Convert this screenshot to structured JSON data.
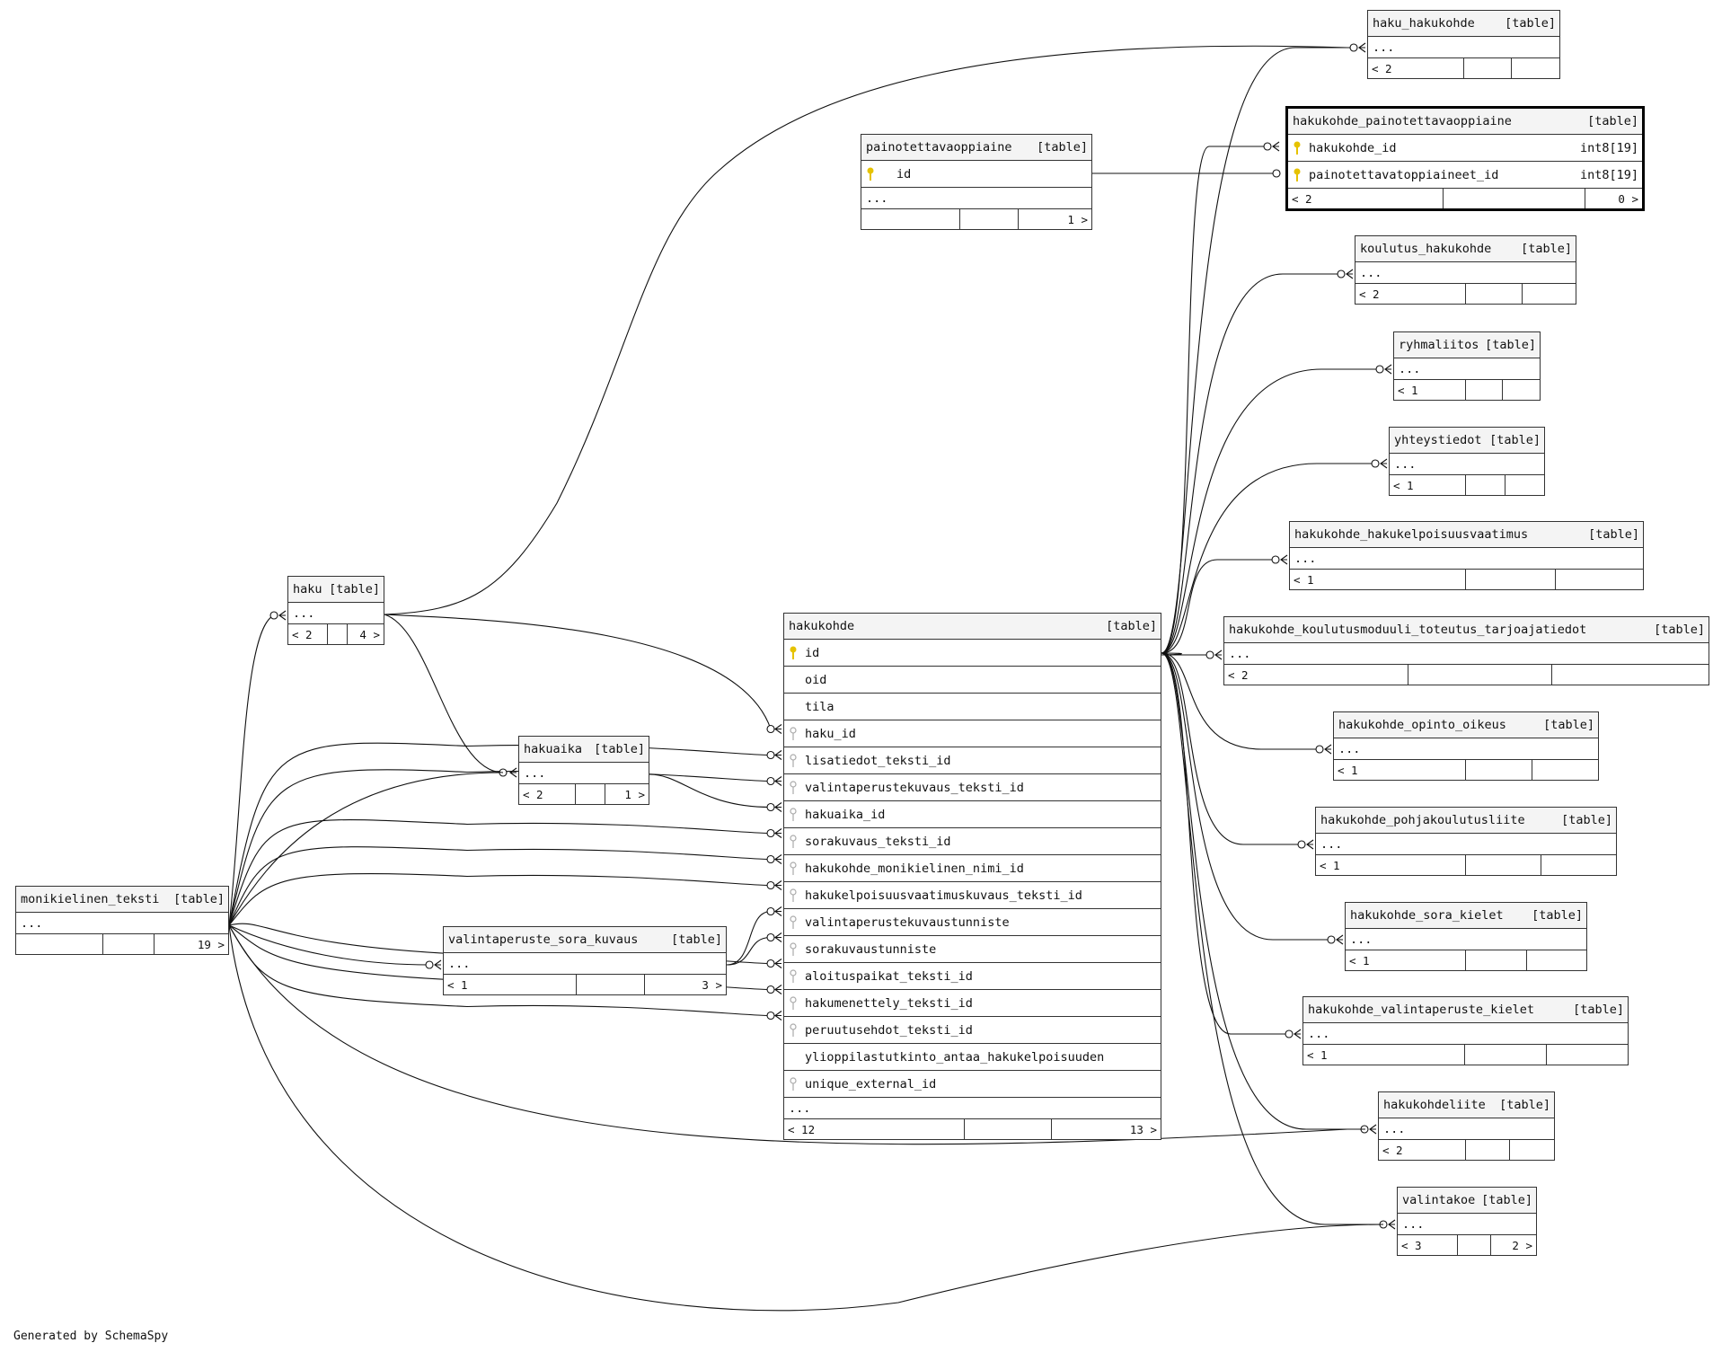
{
  "credit": "Generated by SchemaSpy",
  "tables": {
    "haku_hakukohde": {
      "name": "haku_hakukohde",
      "kind": "[table]",
      "ellipsis": "...",
      "parents": "< 2",
      "children": ""
    },
    "hakukohde_painotettavaoppiaine": {
      "name": "hakukohde_painotettavaoppiaine",
      "kind": "[table]",
      "cols": [
        {
          "name": "hakukohde_id",
          "type": "int8[19]",
          "key": "pk"
        },
        {
          "name": "painotettavatoppiaineet_id",
          "type": "int8[19]",
          "key": "pk"
        }
      ],
      "parents": "< 2",
      "children": "0 >"
    },
    "painotettavaoppiaine": {
      "name": "painotettavaoppiaine",
      "kind": "[table]",
      "cols": [
        {
          "name": "id",
          "key": "pk"
        }
      ],
      "ellipsis": "...",
      "parents": "",
      "children": "1 >"
    },
    "koulutus_hakukohde": {
      "name": "koulutus_hakukohde",
      "kind": "[table]",
      "ellipsis": "...",
      "parents": "< 2",
      "children": ""
    },
    "ryhmaliitos": {
      "name": "ryhmaliitos",
      "kind": "[table]",
      "ellipsis": "...",
      "parents": "< 1",
      "children": ""
    },
    "yhteystiedot": {
      "name": "yhteystiedot",
      "kind": "[table]",
      "ellipsis": "...",
      "parents": "< 1",
      "children": ""
    },
    "hakukohde_hakukelpoisuusvaatimus": {
      "name": "hakukohde_hakukelpoisuusvaatimus",
      "kind": "[table]",
      "ellipsis": "...",
      "parents": "< 1",
      "children": ""
    },
    "hakukohde_koulutusmoduuli_toteutus_tarjoajatiedot": {
      "name": "hakukohde_koulutusmoduuli_toteutus_tarjoajatiedot",
      "kind": "[table]",
      "ellipsis": "...",
      "parents": "< 2",
      "children": ""
    },
    "hakukohde_opinto_oikeus": {
      "name": "hakukohde_opinto_oikeus",
      "kind": "[table]",
      "ellipsis": "...",
      "parents": "< 1",
      "children": ""
    },
    "hakukohde_pohjakoulutusliite": {
      "name": "hakukohde_pohjakoulutusliite",
      "kind": "[table]",
      "ellipsis": "...",
      "parents": "< 1",
      "children": ""
    },
    "hakukohde_sora_kielet": {
      "name": "hakukohde_sora_kielet",
      "kind": "[table]",
      "ellipsis": "...",
      "parents": "< 1",
      "children": ""
    },
    "hakukohde_valintaperuste_kielet": {
      "name": "hakukohde_valintaperuste_kielet",
      "kind": "[table]",
      "ellipsis": "...",
      "parents": "< 1",
      "children": ""
    },
    "hakukohdeliite": {
      "name": "hakukohdeliite",
      "kind": "[table]",
      "ellipsis": "...",
      "parents": "< 2",
      "children": ""
    },
    "valintakoe": {
      "name": "valintakoe",
      "kind": "[table]",
      "ellipsis": "...",
      "parents": "< 3",
      "children": "2 >"
    },
    "haku": {
      "name": "haku",
      "kind": "[table]",
      "ellipsis": "...",
      "parents": "< 2",
      "children": "4 >"
    },
    "hakuaika": {
      "name": "hakuaika",
      "kind": "[table]",
      "ellipsis": "...",
      "parents": "< 2",
      "children": "1 >"
    },
    "valintaperuste_sora_kuvaus": {
      "name": "valintaperuste_sora_kuvaus",
      "kind": "[table]",
      "ellipsis": "...",
      "parents": "< 1",
      "children": "3 >"
    },
    "monikielinen_teksti": {
      "name": "monikielinen_teksti",
      "kind": "[table]",
      "ellipsis": "...",
      "parents": "",
      "children": "19 >"
    },
    "hakukohde": {
      "name": "hakukohde",
      "kind": "[table]",
      "cols": [
        {
          "name": "id",
          "key": "pk"
        },
        {
          "name": "oid",
          "key": ""
        },
        {
          "name": "tila",
          "key": ""
        },
        {
          "name": "haku_id",
          "key": "fk"
        },
        {
          "name": "lisatiedot_teksti_id",
          "key": "fk"
        },
        {
          "name": "valintaperustekuvaus_teksti_id",
          "key": "fk"
        },
        {
          "name": "hakuaika_id",
          "key": "fk"
        },
        {
          "name": "sorakuvaus_teksti_id",
          "key": "fk"
        },
        {
          "name": "hakukohde_monikielinen_nimi_id",
          "key": "fk"
        },
        {
          "name": "hakukelpoisuusvaatimuskuvaus_teksti_id",
          "key": "fk"
        },
        {
          "name": "valintaperustekuvaustunniste",
          "key": "fk"
        },
        {
          "name": "sorakuvaustunniste",
          "key": "fk"
        },
        {
          "name": "aloituspaikat_teksti_id",
          "key": "fk"
        },
        {
          "name": "hakumenettely_teksti_id",
          "key": "fk"
        },
        {
          "name": "peruutusehdot_teksti_id",
          "key": "fk"
        },
        {
          "name": "ylioppilastutkinto_antaa_hakukelpoisuuden",
          "key": ""
        },
        {
          "name": "unique_external_id",
          "key": "fk"
        }
      ],
      "ellipsis": "...",
      "parents": "< 12",
      "children": "13 >"
    }
  }
}
